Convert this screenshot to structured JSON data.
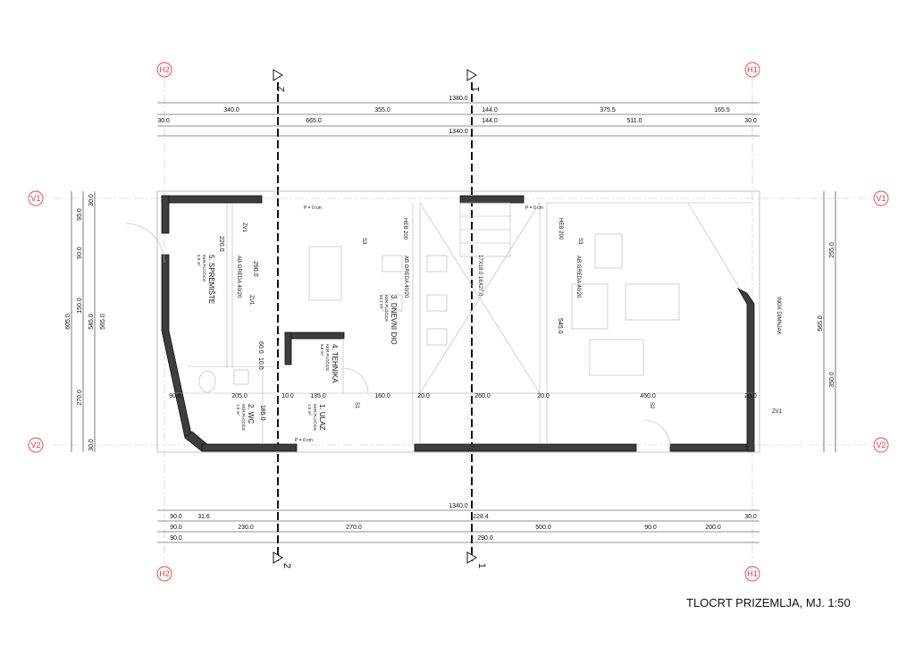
{
  "title": "TLOCRT PRIZEMLJA, MJ. 1:50",
  "axes": {
    "h1": "H1",
    "h2": "H2",
    "v1": "V1",
    "v2": "V2"
  },
  "sections": {
    "s1": "1",
    "s2": "2"
  },
  "top_dims": {
    "total": "1380.0",
    "r1": [
      "340.0",
      "355.0",
      "144.0",
      "375.5",
      "165.5"
    ],
    "r2": [
      "30.0",
      "665.0",
      "144.0",
      "511.0",
      "30.0"
    ],
    "total2": "1340.0"
  },
  "bottom_dims": {
    "total": "1340.0",
    "r1": [
      "90.0",
      "31.6",
      "228.4",
      "30.0"
    ],
    "r2": [
      "90.0",
      "230.0",
      "270.0",
      "500.0",
      "90.0",
      "200.0"
    ],
    "r3": [
      "90.0",
      "290.0"
    ]
  },
  "left_dims": [
    "30.0",
    "95.0",
    "90.0",
    "150.0",
    "270.0",
    "30.0",
    "605.0",
    "545.0",
    "565.0"
  ],
  "right_dims": [
    "255.0",
    "350.0",
    "565.0"
  ],
  "rooms": [
    {
      "name": "1. ULAZ",
      "floor": "KER.PLOČICE",
      "area": "1.5 m²"
    },
    {
      "name": "2. WC",
      "floor": "KER.PLOČICE",
      "area": "1.9 m²"
    },
    {
      "name": "3. DNEVNI DIO",
      "floor": "KER.PLOČICE",
      "area": "64.1 m²"
    },
    {
      "name": "4. TEHNIKA",
      "floor": "KER.PLOČICE",
      "area": "5.6 m²"
    },
    {
      "name": "5. SPREMIŠTE",
      "floor": "KER.PLOČICE",
      "area": "6.8 m²"
    }
  ],
  "labels": {
    "heb1": "HEB 200",
    "heb2": "HEB 200",
    "greda1": "AB GREDA 40/20",
    "greda2": "AB GREDA 40/20",
    "greda3": "AB GREDA 40/20",
    "stairs": "17X18.0 16X27.0",
    "dimnjak": "INOX DIMNJAK",
    "zv1": "ZV1",
    "zu1": "ZU1",
    "s1": "S1",
    "s2": "S2",
    "s3": "S3",
    "s3b": "S3",
    "level": "P = 0 cm",
    "inner": [
      "205.0",
      "10.0",
      "135.0",
      "160.0",
      "20.0",
      "260.0",
      "20.0",
      "450.0",
      "20.0",
      "90.0",
      "185.0",
      "60.0",
      "10.0",
      "545.0",
      "290.0",
      "220.0"
    ]
  }
}
